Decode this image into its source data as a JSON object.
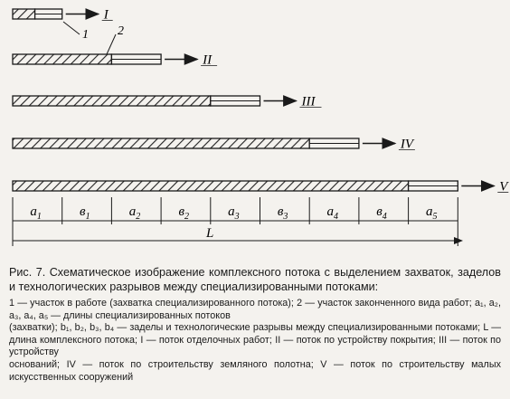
{
  "streams": [
    {
      "roman": "I",
      "bars": [
        {
          "from": 0,
          "to": 0.45,
          "hatched": true
        },
        {
          "from": 0.45,
          "to": 1,
          "hatched": false
        }
      ]
    },
    {
      "roman": "II",
      "bars": [
        {
          "from": 0,
          "to": 2,
          "hatched": true
        },
        {
          "from": 2,
          "to": 3,
          "hatched": false
        }
      ]
    },
    {
      "roman": "III",
      "bars": [
        {
          "from": 0,
          "to": 4,
          "hatched": true
        },
        {
          "from": 4,
          "to": 5,
          "hatched": false
        }
      ]
    },
    {
      "roman": "IV",
      "bars": [
        {
          "from": 0,
          "to": 6,
          "hatched": true
        },
        {
          "from": 6,
          "to": 7,
          "hatched": false
        }
      ]
    },
    {
      "roman": "V",
      "bars": [
        {
          "from": 0,
          "to": 8,
          "hatched": true
        },
        {
          "from": 8,
          "to": 9,
          "hatched": false
        }
      ]
    }
  ],
  "callouts": [
    "1",
    "2"
  ],
  "segments": [
    {
      "letter": "a",
      "sub": "1"
    },
    {
      "letter": "в",
      "sub": "1"
    },
    {
      "letter": "a",
      "sub": "2"
    },
    {
      "letter": "в",
      "sub": "2"
    },
    {
      "letter": "a",
      "sub": "3"
    },
    {
      "letter": "в",
      "sub": "3"
    },
    {
      "letter": "a",
      "sub": "4"
    },
    {
      "letter": "в",
      "sub": "4"
    },
    {
      "letter": "a",
      "sub": "5"
    }
  ],
  "total_label": "L",
  "caption": {
    "title": "Рис. 7. Схематическое изображение комплексного потока с выделением захваток, заделов и технологических разрывов между специализированными потоками:",
    "lines": [
      "1 — участок в работе (захватка специализированного потока); 2 — участок законченного вида работ; a₁, a₂, a₃, a₄, a₅ — длины специализированных потоков",
      "(захватки); b₁, b₂, b₃, b₄ — заделы и технологические разрывы между специализированными потоками; L — длина комплексного потока; I — поток отделочных работ; II — поток по устройству покрытия; III — поток по устройству",
      "оснований; IV — поток по строительству земляного полотна; V — поток по строительству малых искусственных сооружений"
    ]
  }
}
